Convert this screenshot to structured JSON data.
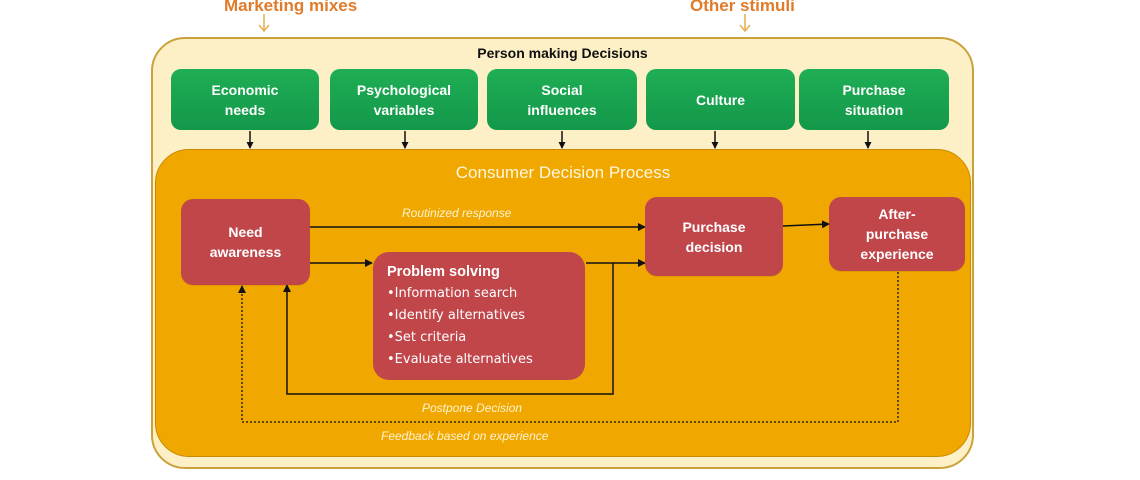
{
  "stimuli": {
    "marketing_mixes": "Marketing mixes",
    "other_stimuli": "Other stimuli"
  },
  "person": {
    "title": "Person making Decisions",
    "factors": [
      {
        "label": "Economic\nneeds"
      },
      {
        "label": "Psychological\nvariables"
      },
      {
        "label": "Social\ninfluences"
      },
      {
        "label": "Culture"
      },
      {
        "label": "Purchase\nsituation"
      }
    ]
  },
  "process": {
    "title": "Consumer Decision Process",
    "need_awareness": "Need\nawareness",
    "problem_solving": {
      "title": "Problem solving",
      "items": [
        "•Information search",
        "•Identify alternatives",
        "•Set criteria",
        "•Evaluate alternatives"
      ]
    },
    "purchase_decision": "Purchase\ndecision",
    "after_purchase": "After-\npurchase\nexperience"
  },
  "paths": {
    "routinized": "Routinized response",
    "postpone": "Postpone Decision",
    "feedback": "Feedback based on experience"
  },
  "colors": {
    "outer_bg": "#fdf0c7",
    "inner_bg": "#f0a800",
    "green_box": "#1fa84f",
    "red_box": "#c0464a",
    "stimuli_text": "#e07b2a"
  }
}
